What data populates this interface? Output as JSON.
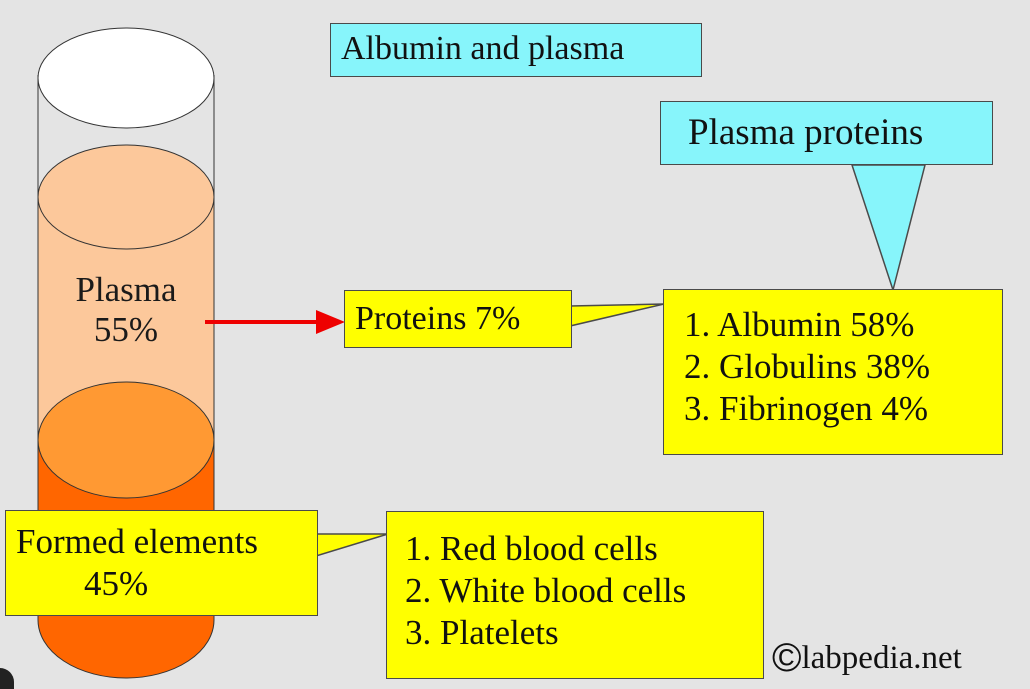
{
  "title": "Albumin and plasma",
  "plasma_proteins_label": "Plasma proteins",
  "tube": {
    "plasma_label": "Plasma",
    "plasma_percent": "55%",
    "colors": {
      "top": "#ffffff",
      "plasma": "#fcc89b",
      "formed_top": "#ff9933",
      "formed": "#ff6600"
    }
  },
  "proteins_label": "Proteins 7%",
  "protein_list": [
    "1. Albumin 58%",
    "2. Globulins 38%",
    "3. Fibrinogen 4%"
  ],
  "formed_elements": {
    "label": "Formed elements",
    "percent": "45%"
  },
  "formed_list": [
    "1. Red blood cells",
    "2. White blood cells",
    "3. Platelets"
  ],
  "credit": "labpedia.net",
  "credit_symbol": "©",
  "colors": {
    "background": "#e4e4e4",
    "callout_cyan": "#87f5fb",
    "callout_yellow": "#ffff00",
    "arrow": "#ee0000"
  }
}
